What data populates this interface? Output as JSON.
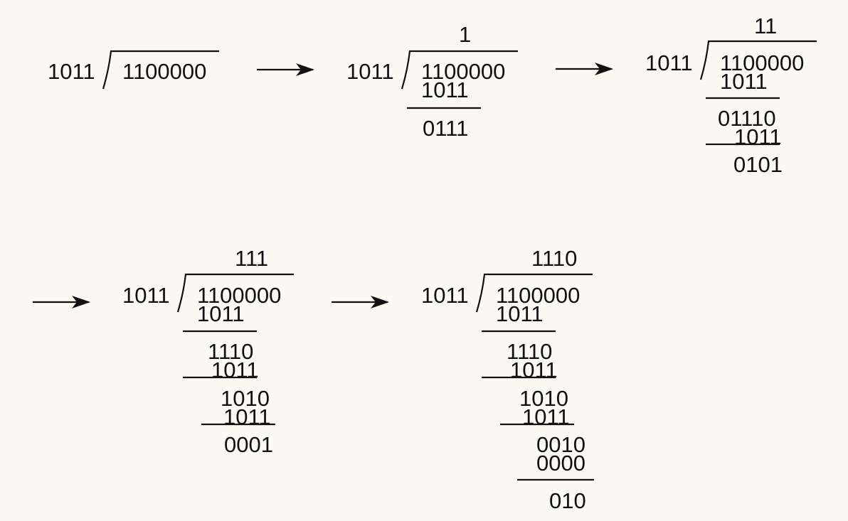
{
  "diagram": {
    "title": "",
    "colors": {
      "background": "#fcf8f2",
      "ink": "#111111"
    },
    "steps": [
      {
        "divisor": "1011",
        "dividend": "1100000",
        "quotient": "",
        "work": []
      },
      {
        "divisor": "1011",
        "dividend": "1100000",
        "quotient": "1",
        "work": [
          "1011",
          "0111"
        ]
      },
      {
        "divisor": "1011",
        "dividend": "1100000",
        "quotient": "11",
        "work": [
          "1011",
          "01110",
          "1011",
          "0101"
        ]
      },
      {
        "divisor": "1011",
        "dividend": "1100000",
        "quotient": "111",
        "work": [
          "1011",
          "1110",
          "1011",
          "1010",
          "1011",
          "0001"
        ]
      },
      {
        "divisor": "1011",
        "dividend": "1100000",
        "quotient": "1110",
        "work": [
          "1011",
          "1110",
          "1011",
          "1010",
          "1011",
          "0010",
          "0000",
          "010"
        ]
      }
    ],
    "connectors": [
      "arrow-icon",
      "arrow-icon",
      "arrow-icon",
      "arrow-icon"
    ]
  }
}
